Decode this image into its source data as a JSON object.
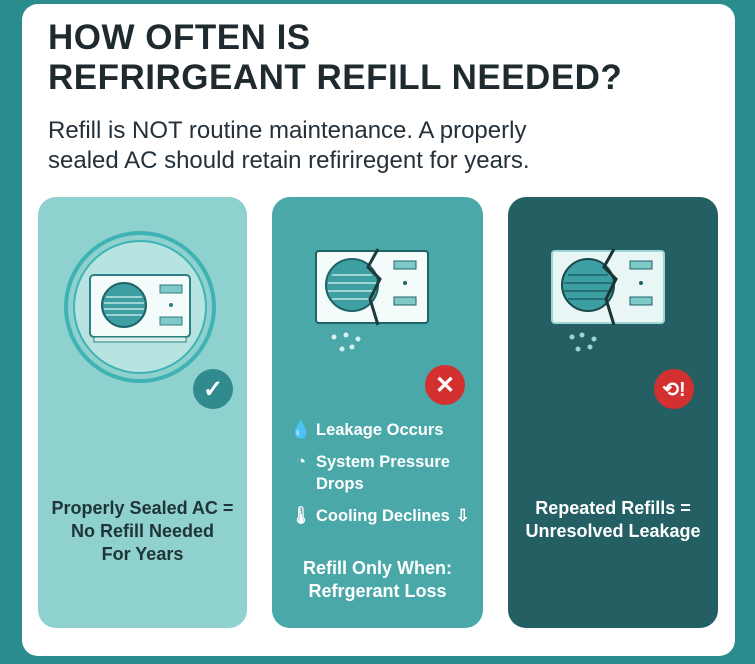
{
  "title_line1": "HOW OFTEN IS",
  "title_line2": "REFRIRGEANT REFILL NEEDED?",
  "subtitle_line1": "Refill is NOT routine maintenance. A properly",
  "subtitle_line2": "sealed AC should retain refiriregent for years.",
  "cards": [
    {
      "caption": [
        "Properly Sealed AC =",
        "No Refill Needed",
        "For Years"
      ],
      "badge": "check-icon"
    },
    {
      "items": [
        "Leakage Occurs",
        "System Pressure",
        "Drops",
        "Cooling Declines"
      ],
      "caption": [
        "Refill Only When:",
        "Refrgerant Loss"
      ],
      "badge": "x-icon"
    },
    {
      "caption": [
        "Repeated Refills =",
        "Unresolved Leakage"
      ],
      "badge": "alert-refresh-icon"
    }
  ],
  "colors": {
    "border": "#2b8c8e",
    "card1": "#8fd1cf",
    "card2": "#4aa8a9",
    "card3": "#245f63",
    "alert": "#d3302f"
  }
}
